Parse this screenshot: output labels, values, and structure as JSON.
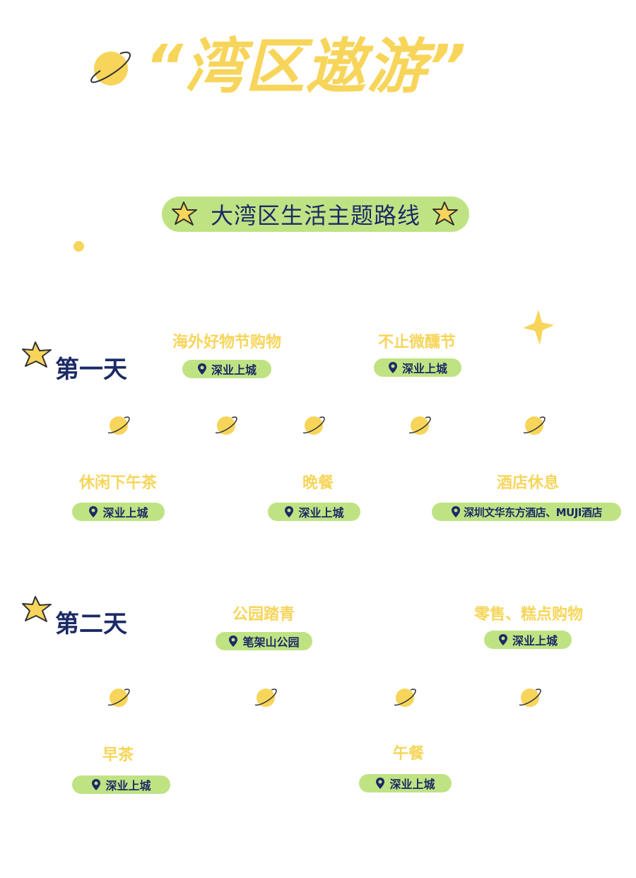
{
  "header": {
    "title": "“湾区遨游”",
    "banner": "大湾区生活主题路线"
  },
  "colors": {
    "yellow": "#f7d55a",
    "green": "#bfe383",
    "navy": "#1b2a66"
  },
  "day1": {
    "label": "第一天",
    "stops": [
      {
        "name": "海外好物节购物",
        "location": "深业上城"
      },
      {
        "name": "不止微醺节",
        "location": "深业上城"
      },
      {
        "name": "休闲下午茶",
        "location": "深业上城"
      },
      {
        "name": "晚餐",
        "location": "深业上城"
      },
      {
        "name": "酒店休息",
        "location": "深圳文华东方酒店、MUJI酒店"
      }
    ]
  },
  "day2": {
    "label": "第二天",
    "stops": [
      {
        "name": "公园踏青",
        "location": "笔架山公园"
      },
      {
        "name": "零售、糕点购物",
        "location": "深业上城"
      },
      {
        "name": "早茶",
        "location": "深业上城"
      },
      {
        "name": "午餐",
        "location": "深业上城"
      }
    ]
  },
  "icons": [
    "planet-icon",
    "star-icon",
    "location-pin-icon"
  ]
}
